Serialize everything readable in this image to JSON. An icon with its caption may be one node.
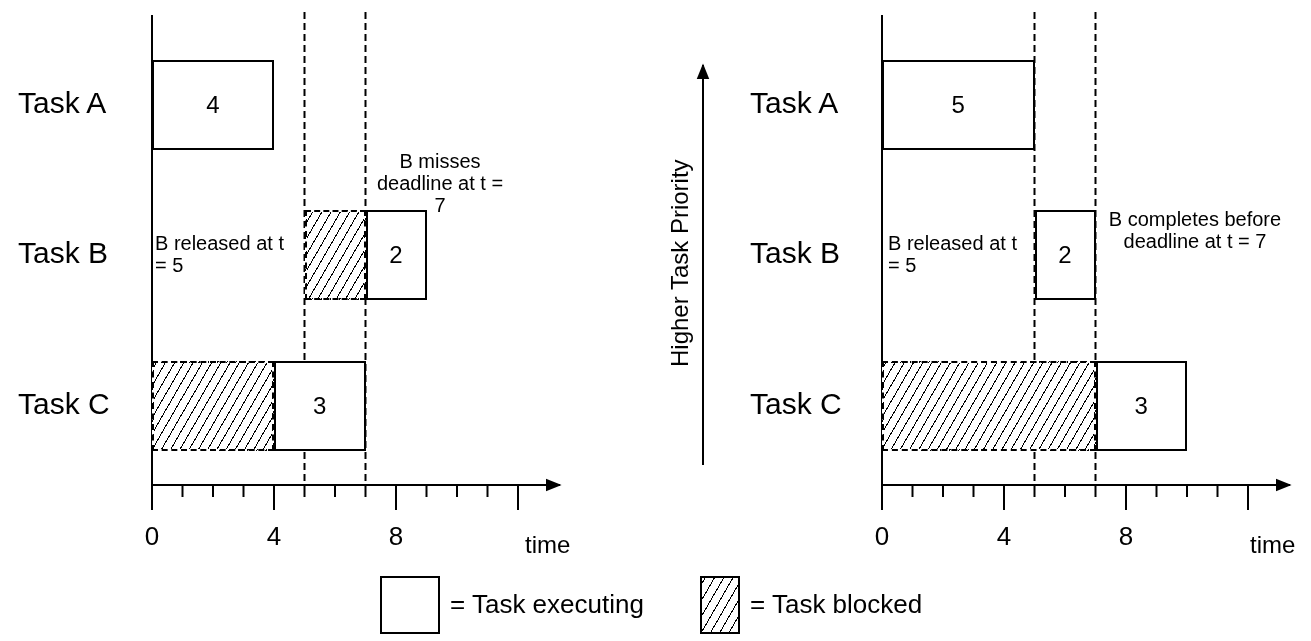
{
  "diagram": {
    "nodes": [
      {
        "text": [
          "4"
        ]
      },
      {
        "text": [],
        "shape": "bar"
      },
      {
        "text": [
          "2"
        ]
      },
      {
        "text": [],
        "shape": "bar"
      },
      {
        "text": [
          "3"
        ]
      },
      {
        "text": [
          "5"
        ]
      },
      {
        "text": [
          "2"
        ]
      },
      {
        "text": [],
        "shape": "bar"
      },
      {
        "text": [
          "3"
        ]
      }
    ],
    "labels": [
      "Task A",
      "Task B",
      "Task C",
      "B misses deadline at t = 7",
      "B released at t = 5",
      "0",
      "4",
      "8",
      "time",
      "Higher Task Priority",
      "Task A",
      "Task B",
      "Task C",
      "B released at t = 5",
      "B completes before deadline at t = 7",
      "0",
      "4",
      "8",
      "time"
    ],
    "legend": [
      {
        "text": "= Task executing"
      },
      {
        "text": "= Task blocked"
      }
    ]
  }
}
